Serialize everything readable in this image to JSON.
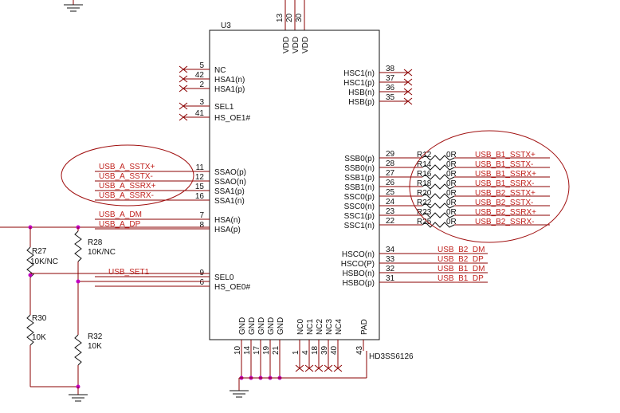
{
  "chip": {
    "ref": "U3",
    "part": "HD3SS6126",
    "top_pins": [
      {
        "num": "13",
        "name": "VDD"
      },
      {
        "num": "20",
        "name": "VDD"
      },
      {
        "num": "30",
        "name": "VDD"
      }
    ],
    "left_pins": [
      {
        "num": "5",
        "name": "NC",
        "nc": true
      },
      {
        "num": "42",
        "name": "HSA1(n)",
        "nc": true
      },
      {
        "num": "2",
        "name": "HSA1(p)",
        "nc": true
      },
      {
        "num": "3",
        "name": "SEL1",
        "nc": true
      },
      {
        "num": "41",
        "name": "HS_OE1#",
        "nc": true
      },
      {
        "num": "11",
        "name": "SSAO(p)",
        "net": "USB_A_SSTX+"
      },
      {
        "num": "12",
        "name": "SSAO(n)",
        "net": "USB_A_SSTX-"
      },
      {
        "num": "15",
        "name": "SSA1(p)",
        "net": "USB_A_SSRX+"
      },
      {
        "num": "16",
        "name": "SSA1(n)",
        "net": "USB_A_SSRX-"
      },
      {
        "num": "7",
        "name": "HSA(n)",
        "net": "USB_A_DM"
      },
      {
        "num": "8",
        "name": "HSA(p)",
        "net": "USB_A_DP"
      },
      {
        "num": "9",
        "name": "SEL0",
        "net": "USB_SET1"
      },
      {
        "num": "6",
        "name": "HS_OE0#",
        "net": ""
      }
    ],
    "right_pins": [
      {
        "num": "38",
        "name": "HSC1(n)",
        "nc": true
      },
      {
        "num": "37",
        "name": "HSC1(p)",
        "nc": true
      },
      {
        "num": "36",
        "name": "HSB(n)",
        "nc": true
      },
      {
        "num": "35",
        "name": "HSB(p)",
        "nc": true
      },
      {
        "num": "29",
        "name": "SSB0(p)",
        "res": "R12",
        "val": "0R",
        "net": "USB_B1_SSTX+"
      },
      {
        "num": "28",
        "name": "SSB0(n)",
        "res": "R14",
        "val": "0R",
        "net": "USB_B1_SSTX-"
      },
      {
        "num": "27",
        "name": "SSB1(p)",
        "res": "R16",
        "val": "0R",
        "net": "USB_B1_SSRX+"
      },
      {
        "num": "26",
        "name": "SSB1(n)",
        "res": "R18",
        "val": "0R",
        "net": "USB_B1_SSRX-"
      },
      {
        "num": "25",
        "name": "SSC0(p)",
        "res": "R20",
        "val": "0R",
        "net": "USB_B2_SSTX+"
      },
      {
        "num": "24",
        "name": "SSC0(n)",
        "res": "R22",
        "val": "0R",
        "net": "USB_B2_SSTX-"
      },
      {
        "num": "23",
        "name": "SSC1(p)",
        "res": "R23",
        "val": "0R",
        "net": "USB_B2_SSRX+"
      },
      {
        "num": "22",
        "name": "SSC1(n)",
        "res": "R25",
        "val": "0R",
        "net": "USB_B2_SSRX-"
      },
      {
        "num": "34",
        "name": "HSCO(n)",
        "net": "USB_B2_DM"
      },
      {
        "num": "33",
        "name": "HSCO(P)",
        "net": "USB_B2_DP"
      },
      {
        "num": "32",
        "name": "HSBO(n)",
        "net": "USB_B1_DM"
      },
      {
        "num": "31",
        "name": "HSBO(p)",
        "net": "USB_B1_DP"
      }
    ],
    "bottom_pins": [
      {
        "num": "10",
        "name": "GND"
      },
      {
        "num": "14",
        "name": "GND"
      },
      {
        "num": "17",
        "name": "GND"
      },
      {
        "num": "19",
        "name": "GND"
      },
      {
        "num": "21",
        "name": "GND"
      },
      {
        "num": "1",
        "name": "NC0"
      },
      {
        "num": "4",
        "name": "NC1"
      },
      {
        "num": "18",
        "name": "NC2"
      },
      {
        "num": "39",
        "name": "NC3"
      },
      {
        "num": "40",
        "name": "NC4"
      },
      {
        "num": "43",
        "name": "PAD"
      }
    ]
  },
  "resistors": [
    {
      "ref": "R27",
      "value": "10K/NC"
    },
    {
      "ref": "R28",
      "value": "10K/NC"
    },
    {
      "ref": "R30",
      "value": "10K"
    },
    {
      "ref": "R32",
      "value": "10K"
    }
  ],
  "colors": {
    "wire": "#8b0000",
    "net_label": "#c0221e",
    "junction": "#c000c0",
    "ellipse": "#a01010"
  }
}
